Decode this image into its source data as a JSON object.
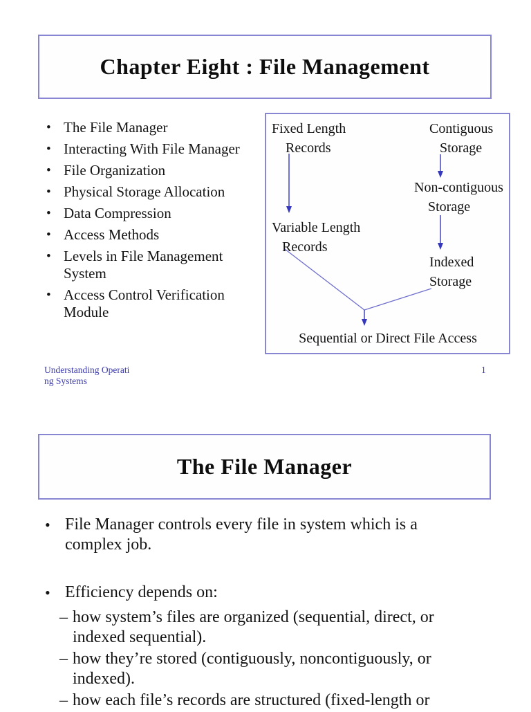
{
  "document": {
    "kind": "presentation-slides-view"
  },
  "colors": {
    "slide_box_border": "#8886d2",
    "arrow_blue": "#3538bd",
    "connector_violet": "#6f6fce",
    "footer_text": "#3d3daa",
    "body_text": "#141414",
    "background": "#ffffff"
  },
  "markers": {
    "bullet": "•",
    "dash": "–"
  },
  "slide1": {
    "title": "Chapter Eight : File Management",
    "bullets": [
      "The File Manager",
      "Interacting With File Manager",
      "File Organization",
      "Physical Storage Allocation",
      "Data Compression",
      "Access Methods",
      "Levels in File Management\nSystem",
      "Access Control Verification\nModule"
    ],
    "diagram": {
      "fixed_length_records": "Fixed Length\n    Records",
      "contiguous_storage": "Contiguous\n   Storage",
      "non_contiguous_storage": "Non-contiguous\n    Storage",
      "variable_length_records": "Variable Length\n   Records",
      "indexed_storage": "Indexed\nStorage",
      "sequential_access": "Sequential or Direct File Access"
    },
    "footer": {
      "left": "Understanding Operati\nng Systems",
      "page_number": "1"
    }
  },
  "slide2": {
    "title": "The File Manager",
    "bullets": [
      "File Manager controls every file in system which is a\ncomplex job.",
      "Efficiency depends on:"
    ],
    "sub_bullets": [
      "how system’s files are organized (sequential, direct, or\nindexed sequential).",
      "how they’re stored (contiguously, noncontiguously, or\nindexed).",
      "how each file’s records are structured (fixed-length or"
    ]
  }
}
